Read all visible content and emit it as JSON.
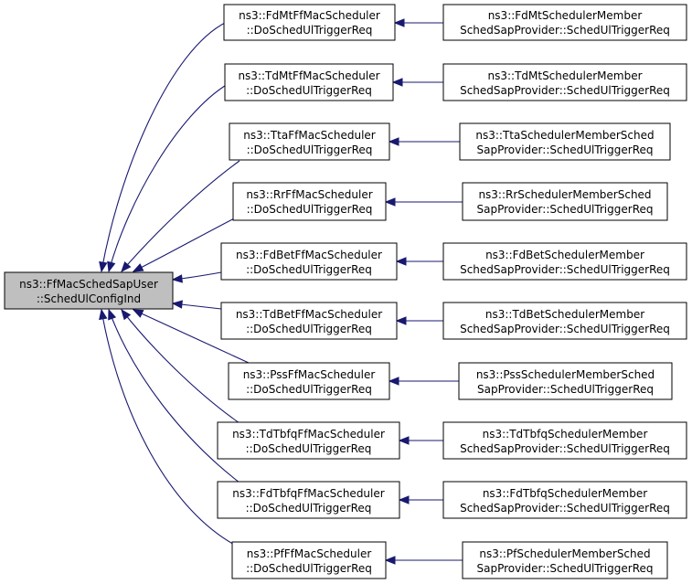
{
  "graph": {
    "root": {
      "line1": "ns3::FfMacSchedSapUser",
      "line2": "::SchedUlConfigInd"
    },
    "schedulers": [
      {
        "line1": "ns3::FdMtFfMacScheduler",
        "line2": "::DoSchedUlTriggerReq"
      },
      {
        "line1": "ns3::TdMtFfMacScheduler",
        "line2": "::DoSchedUlTriggerReq"
      },
      {
        "line1": "ns3::TtaFfMacScheduler",
        "line2": "::DoSchedUlTriggerReq"
      },
      {
        "line1": "ns3::RrFfMacScheduler",
        "line2": "::DoSchedUlTriggerReq"
      },
      {
        "line1": "ns3::FdBetFfMacScheduler",
        "line2": "::DoSchedUlTriggerReq"
      },
      {
        "line1": "ns3::TdBetFfMacScheduler",
        "line2": "::DoSchedUlTriggerReq"
      },
      {
        "line1": "ns3::PssFfMacScheduler",
        "line2": "::DoSchedUlTriggerReq"
      },
      {
        "line1": "ns3::TdTbfqFfMacScheduler",
        "line2": "::DoSchedUlTriggerReq"
      },
      {
        "line1": "ns3::FdTbfqFfMacScheduler",
        "line2": "::DoSchedUlTriggerReq"
      },
      {
        "line1": "ns3::PfFfMacScheduler",
        "line2": "::DoSchedUlTriggerReq"
      }
    ],
    "providers": [
      {
        "line1": "ns3::FdMtSchedulerMember",
        "line2": "SchedSapProvider::SchedUlTriggerReq"
      },
      {
        "line1": "ns3::TdMtSchedulerMember",
        "line2": "SchedSapProvider::SchedUlTriggerReq"
      },
      {
        "line1": "ns3::TtaSchedulerMemberSched",
        "line2": "SapProvider::SchedUlTriggerReq"
      },
      {
        "line1": "ns3::RrSchedulerMemberSched",
        "line2": "SapProvider::SchedUlTriggerReq"
      },
      {
        "line1": "ns3::FdBetSchedulerMember",
        "line2": "SchedSapProvider::SchedUlTriggerReq"
      },
      {
        "line1": "ns3::TdBetSchedulerMember",
        "line2": "SchedSapProvider::SchedUlTriggerReq"
      },
      {
        "line1": "ns3::PssSchedulerMemberSched",
        "line2": "SapProvider::SchedUlTriggerReq"
      },
      {
        "line1": "ns3::TdTbfqSchedulerMember",
        "line2": "SchedSapProvider::SchedUlTriggerReq"
      },
      {
        "line1": "ns3::FdTbfqSchedulerMember",
        "line2": "SchedSapProvider::SchedUlTriggerReq"
      },
      {
        "line1": "ns3::PfSchedulerMemberSched",
        "line2": "SapProvider::SchedUlTriggerReq"
      }
    ],
    "colors": {
      "edge": "#191970",
      "root_fill": "#bfbfbf",
      "node_fill": "#ffffff",
      "border": "#000000"
    }
  }
}
